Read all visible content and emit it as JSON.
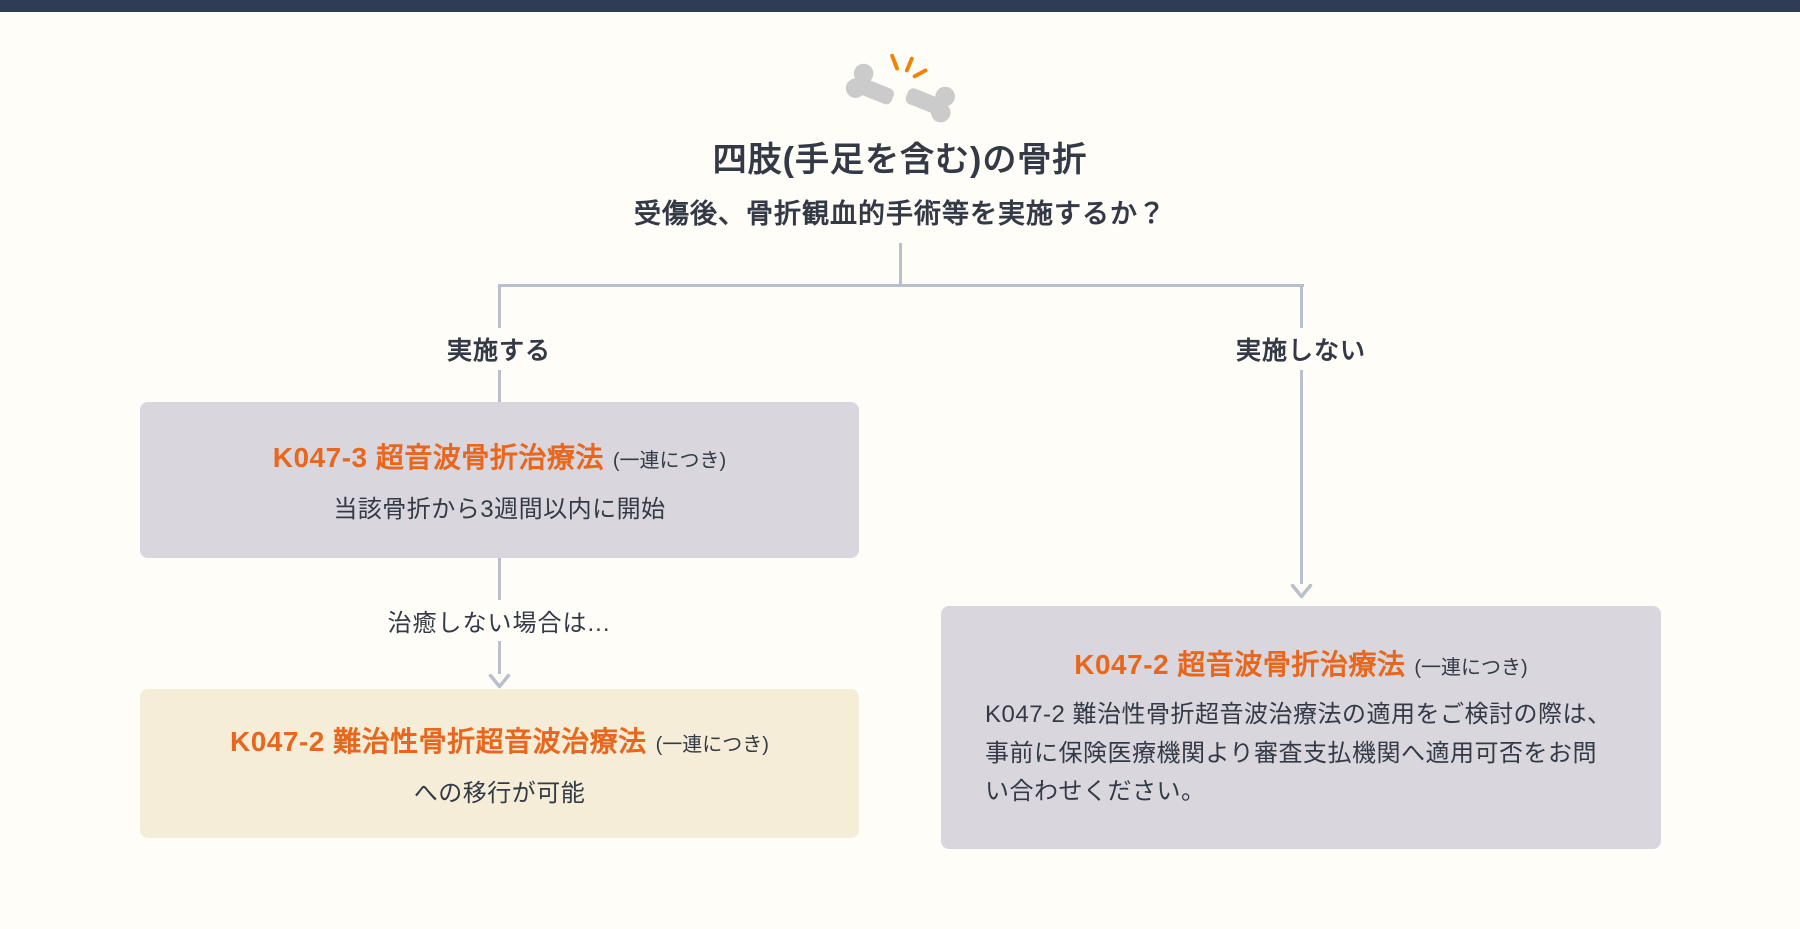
{
  "colors": {
    "topbar": "#2e3d55",
    "background": "#fffdf8",
    "accent_orange": "#e8671c",
    "line": "#b8c1cb",
    "box_gray": "#d9d6de",
    "box_cream": "#f5edd8",
    "text_dark": "#333a45",
    "bone_gray": "#cbcbcb",
    "spark_orange": "#f08300"
  },
  "header": {
    "icon": "broken-bone-icon",
    "title": "四肢(手足を含む)の骨折",
    "subtitle": "受傷後、骨折観血的手術等を実施するか？"
  },
  "decision": {
    "yes_label": "実施する",
    "no_label": "実施しない"
  },
  "yes_path": {
    "first_box": {
      "code": "K047-3 超音波骨折治療法",
      "unit_note": "(一連につき)",
      "detail": "当該骨折から3週間以内に開始"
    },
    "transition_note": "治癒しない場合は...",
    "second_box": {
      "code": "K047-2 難治性骨折超音波治療法",
      "unit_note": "(一連につき)",
      "detail": "への移行が可能"
    }
  },
  "no_path": {
    "box": {
      "code": "K047-2 超音波骨折治療法",
      "unit_note": "(一連につき)",
      "detail": "K047-2 難治性骨折超音波治療法の適用をご検討の際は、事前に保険医療機関より審査支払機関へ適用可否をお問い合わせください。"
    }
  }
}
